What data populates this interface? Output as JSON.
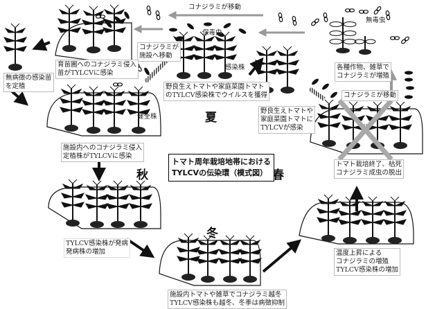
{
  "diagram": {
    "title_lines": [
      "トマト周年栽培地帯における",
      "TYLCVの伝染環（模式図）"
    ],
    "seasons": {
      "summer": "夏",
      "autumn": "秋",
      "winter": "冬",
      "spring": "春"
    },
    "labels": {
      "whitefly_move_top": "コナジラミが移動",
      "viruliferous": "保毒虫",
      "non_viruliferous": "無毒虫",
      "whitefly_to_facility": [
        "コナジラミが",
        "施設へ移動"
      ],
      "nursery_infection": [
        "育苗圃へのコナジラミ侵入",
        "苗がTYLCVに感染"
      ],
      "transplant": [
        "無病徴の感染苗",
        "を定植"
      ],
      "virus_acquisition": [
        "野良生えトマトや家庭菜園トマト",
        "のTYLCV感染株でウイルスを獲得"
      ],
      "infected_plant": "感染株",
      "volunteer_infection": [
        "野良生えトマトや",
        "家庭菜園トマトに",
        "TYLCVが感染"
      ],
      "crops_weeds": [
        "各種作物、雑草で",
        "コナジラミが増殖"
      ],
      "whitefly_move_right": "コナジラミが移動",
      "healthy_plant": "健全株",
      "facility_infection": [
        "施設内へのコナジラミ侵入",
        "定植株がTYLCVに感染"
      ],
      "end_cultivation": [
        "トマト栽培終了、枯死",
        "コナジラミ成虫の脱出"
      ],
      "symptom_onset": [
        "TYLCV感染株が発病",
        "発病株の増加"
      ],
      "overwinter": [
        "施設内トマトや雑草でコナジラミ越冬",
        "TYLCV感染株も越冬、冬季は病徴抑制"
      ],
      "spring_increase": [
        "温度上昇による",
        "コナジラミの増殖",
        "TYLCV感染株の増加"
      ]
    },
    "colors": {
      "ink": "#111111",
      "gray_arrow": "#9a9a9a",
      "cross": "#a8a8a8"
    }
  }
}
